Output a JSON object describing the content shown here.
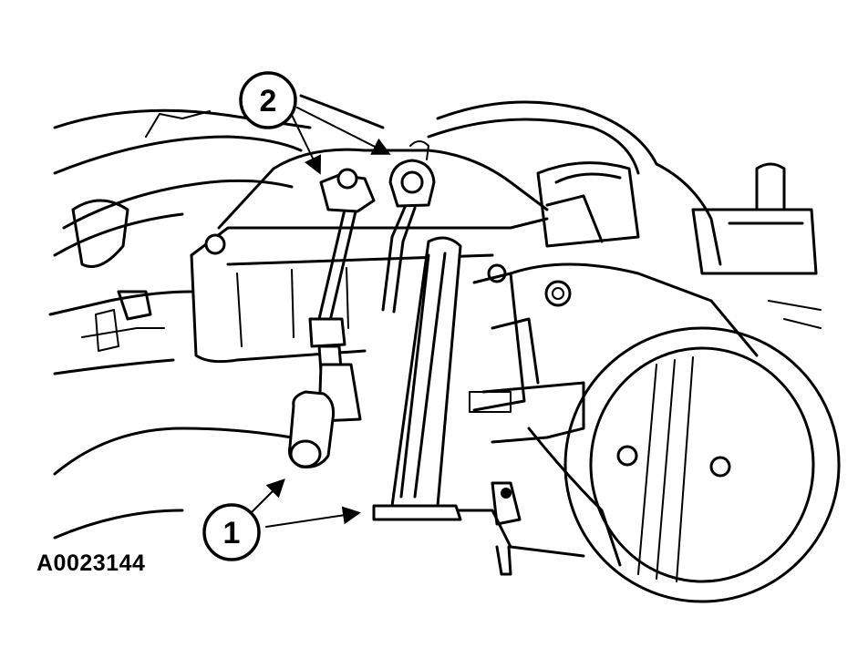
{
  "figure_id": "A0023144",
  "callouts": [
    {
      "label": "1"
    },
    {
      "label": "2"
    }
  ],
  "colors": {
    "ink": "#000000",
    "paper": "#ffffff"
  }
}
